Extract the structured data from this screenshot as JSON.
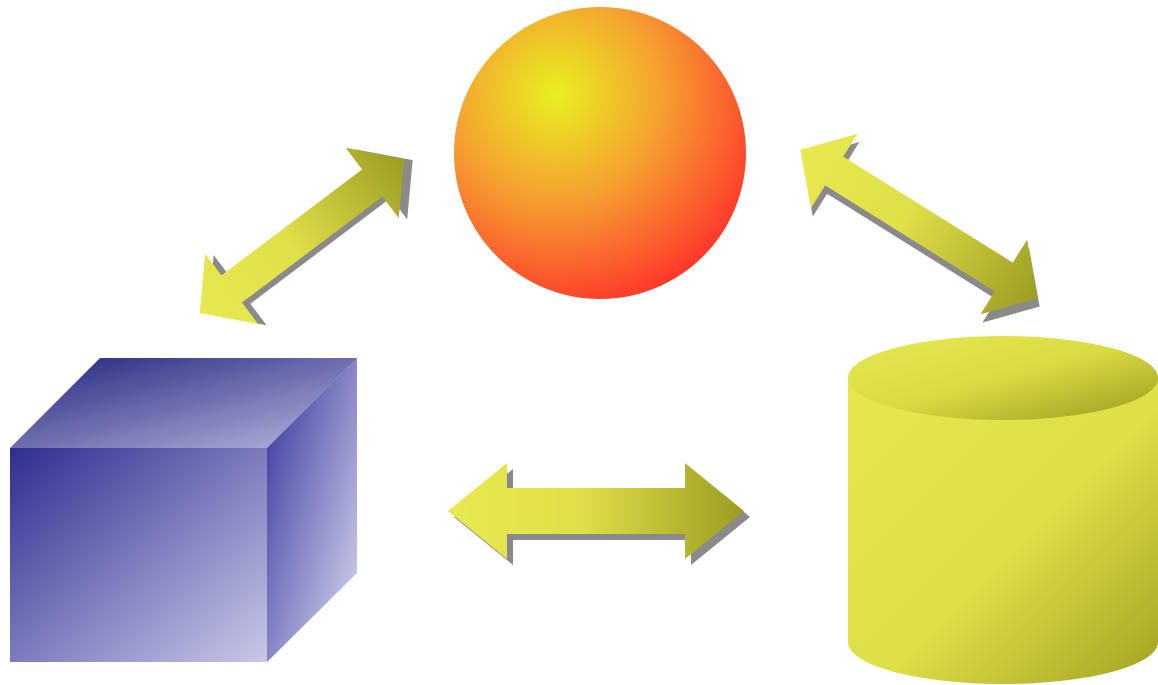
{
  "diagram": {
    "shapes": [
      {
        "id": "sphere",
        "kind": "sphere",
        "color": "#f5a030",
        "highlight": "#e8f020",
        "shade": "#ff2a2a"
      },
      {
        "id": "cube",
        "kind": "cube",
        "color": "#3a3a9a",
        "light": "#d8d8ee"
      },
      {
        "id": "cylinder",
        "kind": "cylinder",
        "color": "#e5e54a",
        "shade": "#a8a820"
      }
    ],
    "connections": [
      {
        "from": "cube",
        "to": "sphere",
        "bidirectional": true
      },
      {
        "from": "sphere",
        "to": "cylinder",
        "bidirectional": true
      },
      {
        "from": "cube",
        "to": "cylinder",
        "bidirectional": true
      }
    ],
    "arrow_color": "#e4e44c",
    "shadow_color": "#808080"
  }
}
